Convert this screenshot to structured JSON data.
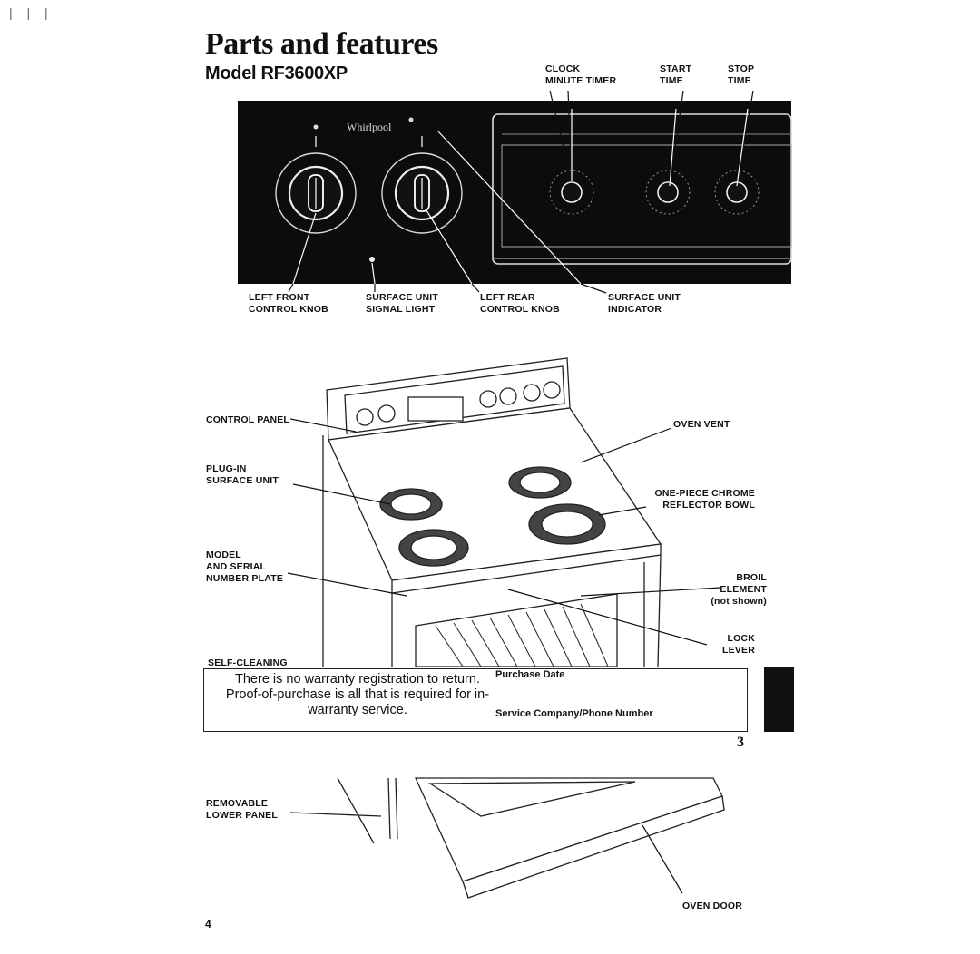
{
  "header": {
    "title": "Parts and features",
    "model": "Model RF3600XP"
  },
  "control_panel_labels": {
    "clock": "CLOCK\nMINUTE TIMER",
    "start": "START\nTIME",
    "stop": "STOP\nTIME",
    "left_front": "LEFT FRONT\nCONTROL KNOB",
    "signal_light": "SURFACE UNIT\nSIGNAL LIGHT",
    "left_rear": "LEFT REAR\nCONTROL KNOB",
    "indicator": "SURFACE UNIT\nINDICATOR",
    "brand": "Whirlpool"
  },
  "range_labels": {
    "control_panel": "CONTROL PANEL",
    "oven_vent": "OVEN VENT",
    "plug_in": "PLUG-IN\nSURFACE UNIT",
    "chrome_bowl": "ONE-PIECE CHROME\nREFLECTOR BOWL",
    "model_plate": "MODEL\nAND SERIAL\nNUMBER PLATE",
    "broil": "BROIL\nELEMENT\n(not shown)",
    "lock": "LOCK\nLEVER",
    "self_cleaning": "SELF-CLEANING"
  },
  "notes": {
    "warranty": "There is no warranty registration to return. Proof-of-purchase is all that is required for in-warranty service.",
    "purchase_date": "Purchase Date",
    "service": "Service Company/Phone Number"
  },
  "bottom_labels": {
    "lower_panel": "REMOVABLE\nLOWER PANEL",
    "oven_door": "OVEN DOOR"
  },
  "page_numbers": {
    "right": "3",
    "left": "4"
  },
  "margin_marks": "| | |"
}
